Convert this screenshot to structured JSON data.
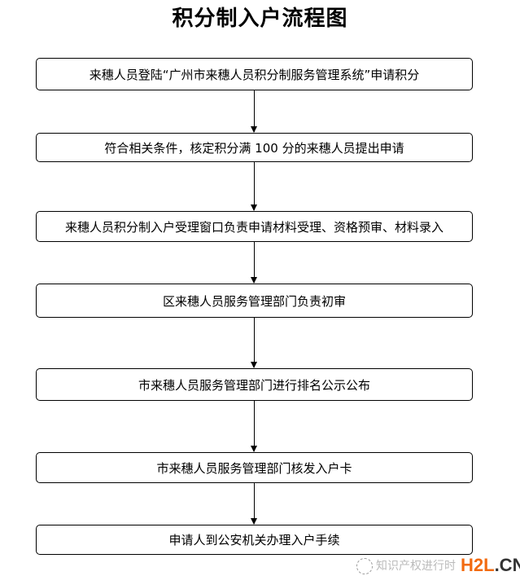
{
  "title": "积分制入户流程图",
  "steps": [
    "来穗人员登陆“广州市来穗人员积分制服务管理系统”申请积分",
    "符合相关条件，核定积分满 100 分的来穗人员提出申请",
    "来穗人员积分制入户受理窗口负责申请材料受理、资格预审、材料录入",
    "区来穗人员服务管理部门负责初审",
    "市来穗人员服务管理部门进行排名公示公布",
    "市来穗人员服务管理部门核发入户卡",
    "申请人到公安机关办理入户手续"
  ],
  "watermark": {
    "text": "知识产权进行时",
    "logo_main": "H2L",
    "logo_suffix": ".CN",
    "logo_color": "#f26a0f"
  }
}
